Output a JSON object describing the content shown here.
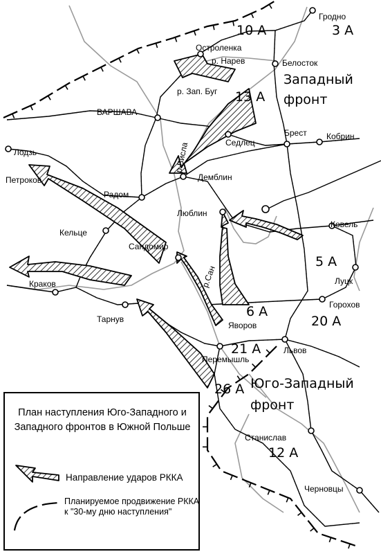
{
  "cities": {
    "grodno": "Гродно",
    "ostrolenka": "Остроленка",
    "belostok": "Белосток",
    "warsaw": "ВАРШАВА",
    "brest": "Брест",
    "kobrin": "Кобрин",
    "sedlec": "Седлец",
    "lodz": "Лодзь",
    "petrokov": "Петроков",
    "deblin": "Демблин",
    "radom": "Радом",
    "lublin": "Люблин",
    "kovel": "Ковель",
    "kielce": "Кельце",
    "sandomir": "Сандомир",
    "krakow": "Краков",
    "lutsk": "Луцк",
    "gorohov": "Горохов",
    "yavorov": "Яворов",
    "tarnuv": "Тарнув",
    "lvov": "Львов",
    "peremyshl": "Перемышль",
    "stanislav": "Станислав",
    "chernovtsy": "Черновцы"
  },
  "rivers": {
    "narev": "р. Нарев",
    "zap_bug": "р. Зап. Буг",
    "visla": "р.Висла",
    "san": "р.Сан"
  },
  "armies": {
    "a10": "10 А",
    "a3": "3 А",
    "a13": "13 А",
    "a5": "5 А",
    "a6": "6 А",
    "a20": "20 А",
    "a21": "21 А",
    "a26": "26 А",
    "a12": "12 А"
  },
  "fronts": {
    "western_line1": "Западный",
    "western_line2": "фронт",
    "southwestern_line1": "Юго-Западный",
    "southwestern_line2": "фронт"
  },
  "legend": {
    "title": "План наступления Юго-Западного и Западного фронтов в Южной Польше",
    "arrow_label": "Направление ударов РККА",
    "advance_label": "Планируемое продвижение РККА к \"30-му дню наступления\""
  },
  "colors": {
    "ink": "#000000",
    "river": "#9a9a9a",
    "background": "#ffffff"
  }
}
